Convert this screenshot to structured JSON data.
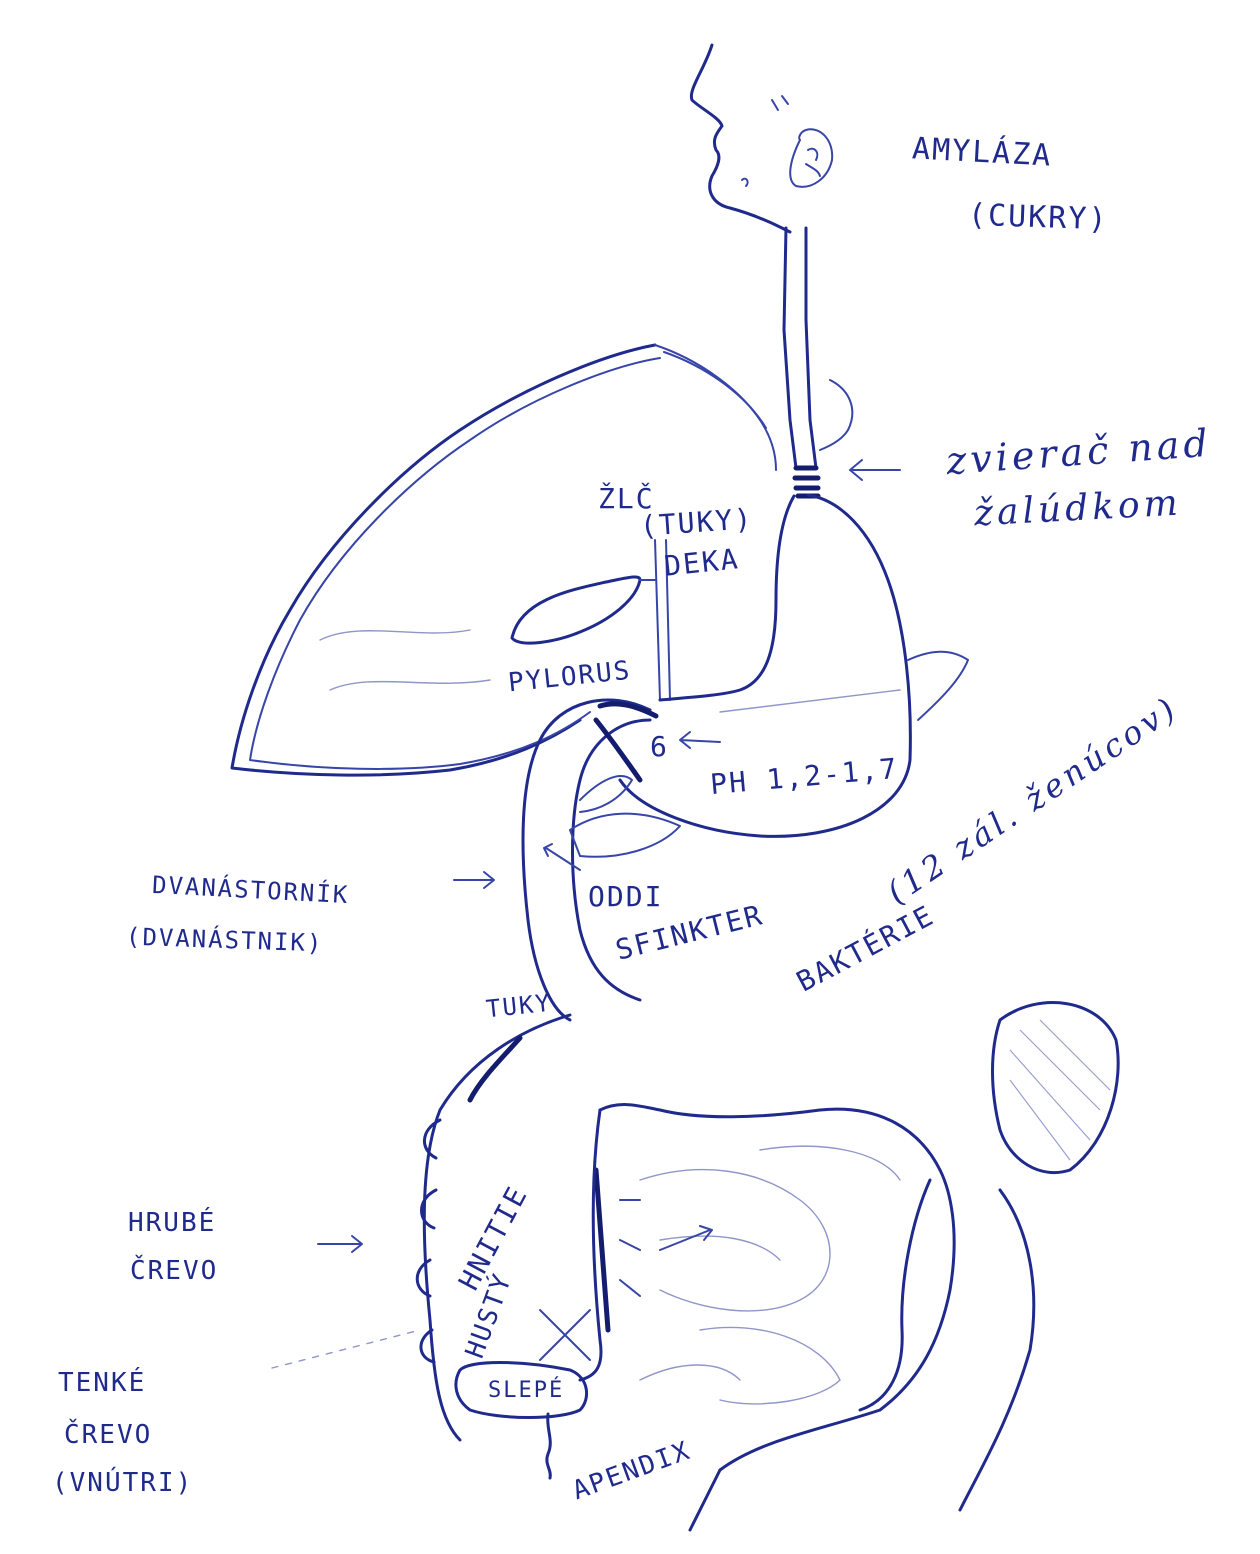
{
  "labels": {
    "amylaza": "AMYLÁZA",
    "cukry": "(CUKRY)",
    "zvierac_line1": "zvierač nad",
    "zvierac_line2": "žalúdkom",
    "zlc": "ŽLČ",
    "tuky_top": "(TUKY)",
    "deka": "DEKA",
    "pylorus": "PYLORUS",
    "ph": "PH 1,2-1,7",
    "six": "6",
    "dvanastornik": "DVANÁSTORNÍK",
    "dvanastnik_paren": "(DVANÁSTNIK)",
    "oddi": "ODDI",
    "sfinkter": "SFINKTER",
    "bakterie": "BAKTÉRIE",
    "bakterie_paren": "(12 zál. ženúcov)",
    "tuky_bottom": "TUKY",
    "hrube_line1": "HRUBÉ",
    "hrube_line2": "ČREVO",
    "hnitie": "HNITIE",
    "husty": "HUSTÝ",
    "slepe": "SLEPÉ",
    "tenke_line1": "TENKÉ",
    "tenke_line2": "ČREVO",
    "tenke_line3": "(VNÚTRI)",
    "apendix": "APENDIX"
  },
  "ink_color": "#1f2a8c"
}
